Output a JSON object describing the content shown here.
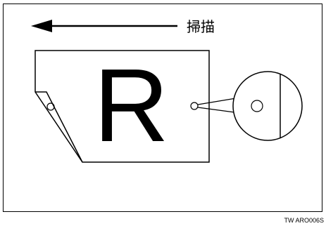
{
  "diagram": {
    "scan_direction_label": "掃描",
    "document_letter": "R",
    "figure_code": "TW ARO006S"
  },
  "colors": {
    "line": "#000000",
    "background": "#ffffff"
  },
  "icons": {
    "scan_arrow": "left-arrow",
    "magnifier": "zoom-circle"
  }
}
